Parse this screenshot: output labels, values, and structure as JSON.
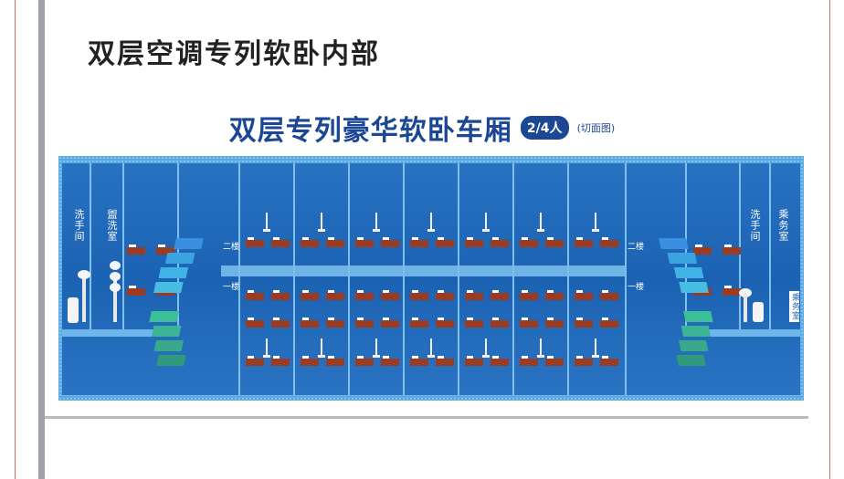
{
  "heading": "双层空调专列软卧内部",
  "diagram": {
    "title": "双层专列豪华软卧车厢",
    "badge": "2/4人",
    "subtitle": "(切面图)",
    "left_rooms": [
      "洗手间",
      "盥洗室"
    ],
    "right_rooms": [
      "洗手间",
      "乘务室"
    ],
    "floor_upper": "二楼",
    "floor_lower": "一楼",
    "sign": "乘务室"
  },
  "colors": {
    "wall": "#1f67b8",
    "frame": "#6fb6ea",
    "bunk": "#9a3b22",
    "pillow": "#ffffff",
    "stair_upper": "#3aa4e0",
    "stair_lower": "#3dbf9a"
  }
}
